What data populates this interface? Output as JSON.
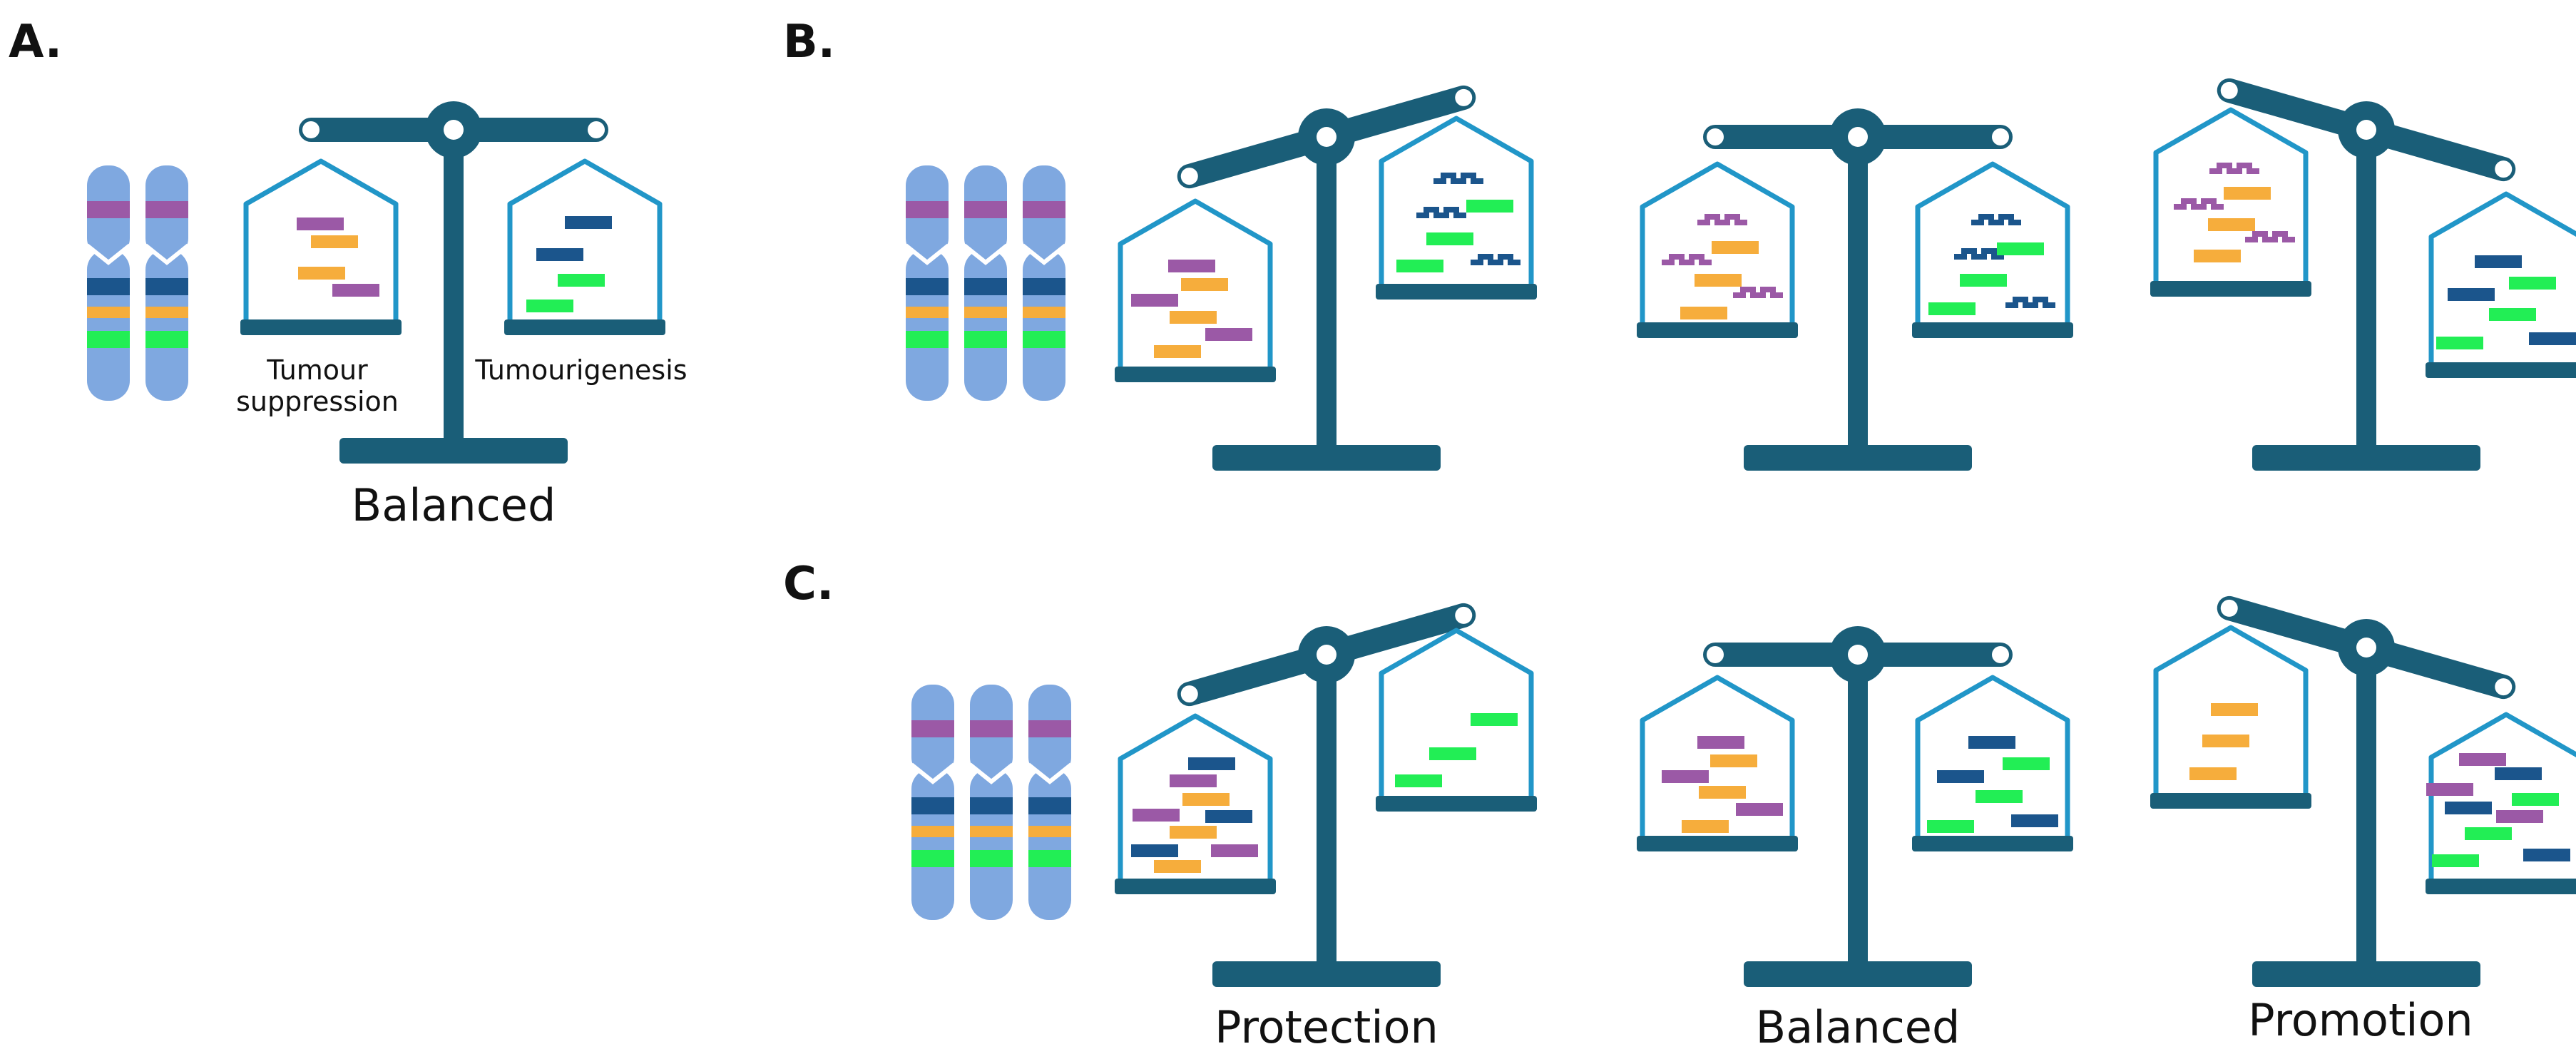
{
  "colors": {
    "beam": "#1a5e78",
    "pan_outline": "#2196c8",
    "chromosome": "#7fa8e0",
    "purple": "#9b59a6",
    "orange": "#f6ad3c",
    "navy": "#1b558c",
    "green": "#22ee55"
  },
  "panels": {
    "a": {
      "label": "A.",
      "caption": "Balanced",
      "left_pan_label_lines": [
        "Tumour",
        "suppression"
      ],
      "right_pan_label": "Tumourigenesis"
    },
    "b": {
      "label": "B."
    },
    "c": {
      "label": "C.",
      "captions": [
        "Protection",
        "Balanced",
        "Promotion"
      ]
    }
  }
}
